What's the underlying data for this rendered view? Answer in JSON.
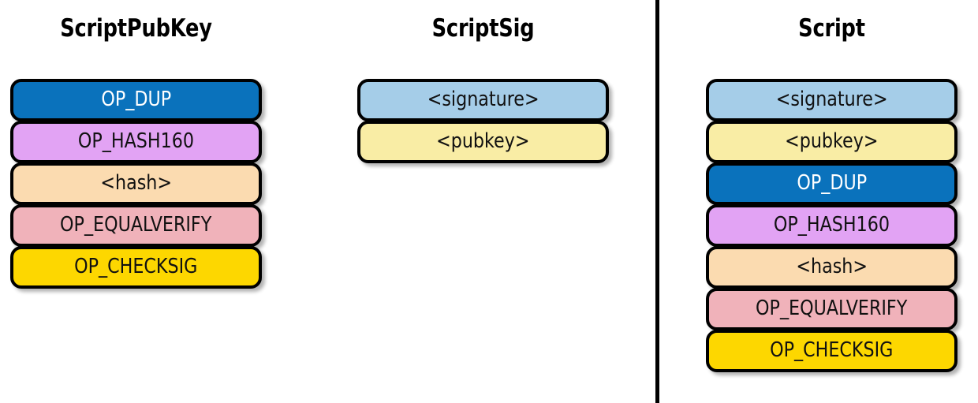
{
  "figure": {
    "type": "diagram",
    "subject": "Bitcoin P2PKH script combination",
    "background": "#ffffff",
    "divider_color": "#000000"
  },
  "palette": {
    "blue": "#0a72bc",
    "violet": "#e2a3f4",
    "peach": "#fbdbb0",
    "pink": "#f0b2ba",
    "yellow": "#fdd700",
    "lightblue": "#a5cde8",
    "lightyellow": "#f9eda5",
    "text_dark": "#111111",
    "text_light": "#ffffff",
    "outline": "#000000"
  },
  "columns": [
    {
      "id": "scriptpubkey",
      "title": "ScriptPubKey",
      "items": [
        {
          "label": "OP_DUP",
          "fill": "#0a72bc",
          "text": "#ffffff"
        },
        {
          "label": "OP_HASH160",
          "fill": "#e2a3f4",
          "text": "#111111"
        },
        {
          "label": "<hash>",
          "fill": "#fbdbb0",
          "text": "#111111"
        },
        {
          "label": "OP_EQUALVERIFY",
          "fill": "#f0b2ba",
          "text": "#111111"
        },
        {
          "label": "OP_CHECKSIG",
          "fill": "#fdd700",
          "text": "#111111"
        }
      ]
    },
    {
      "id": "scriptsig",
      "title": "ScriptSig",
      "items": [
        {
          "label": "<signature>",
          "fill": "#a5cde8",
          "text": "#111111"
        },
        {
          "label": "<pubkey>",
          "fill": "#f9eda5",
          "text": "#111111"
        }
      ]
    },
    {
      "id": "script",
      "title": "Script",
      "items": [
        {
          "label": "<signature>",
          "fill": "#a5cde8",
          "text": "#111111"
        },
        {
          "label": "<pubkey>",
          "fill": "#f9eda5",
          "text": "#111111"
        },
        {
          "label": "OP_DUP",
          "fill": "#0a72bc",
          "text": "#ffffff"
        },
        {
          "label": "OP_HASH160",
          "fill": "#e2a3f4",
          "text": "#111111"
        },
        {
          "label": "<hash>",
          "fill": "#fbdbb0",
          "text": "#111111"
        },
        {
          "label": "OP_EQUALVERIFY",
          "fill": "#f0b2ba",
          "text": "#111111"
        },
        {
          "label": "OP_CHECKSIG",
          "fill": "#fdd700",
          "text": "#111111"
        }
      ]
    }
  ]
}
